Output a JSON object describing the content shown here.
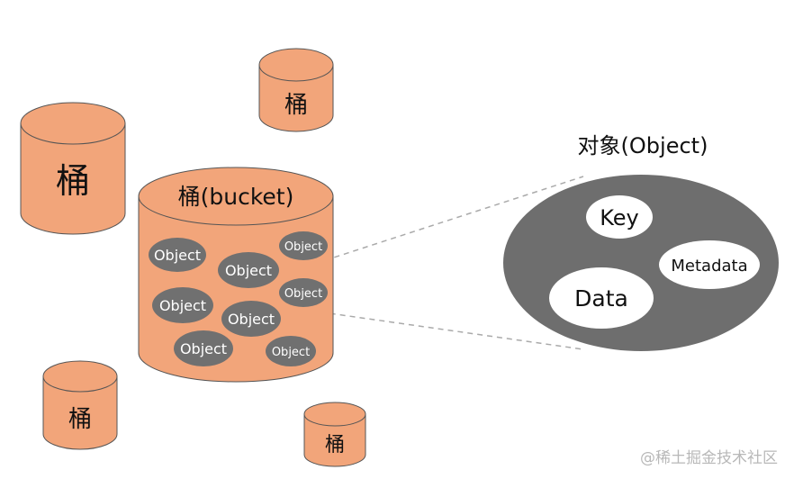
{
  "colors": {
    "barrel_fill": "#f2a57a",
    "barrel_stroke": "#555555",
    "object_fill": "#707070",
    "object_detail_fill": "#6e6e6e",
    "white": "#ffffff",
    "dashed_line": "#aaaaaa",
    "watermark": "#b8b8b8"
  },
  "small_barrels": [
    {
      "id": "top",
      "label": "桶"
    },
    {
      "id": "left-large",
      "label": "桶"
    },
    {
      "id": "bottom-left",
      "label": "桶"
    },
    {
      "id": "bottom-center",
      "label": "桶"
    }
  ],
  "main_bucket": {
    "label": "桶(bucket)",
    "objects": [
      {
        "label": "Object"
      },
      {
        "label": "Object"
      },
      {
        "label": "Object"
      },
      {
        "label": "Object"
      },
      {
        "label": "Object"
      },
      {
        "label": "Object"
      },
      {
        "label": "Object"
      },
      {
        "label": "Object"
      }
    ]
  },
  "object_detail": {
    "title": "对象(Object)",
    "parts": [
      {
        "label": "Key"
      },
      {
        "label": "Metadata"
      },
      {
        "label": "Data"
      }
    ]
  },
  "watermark": "@稀土掘金技术社区"
}
